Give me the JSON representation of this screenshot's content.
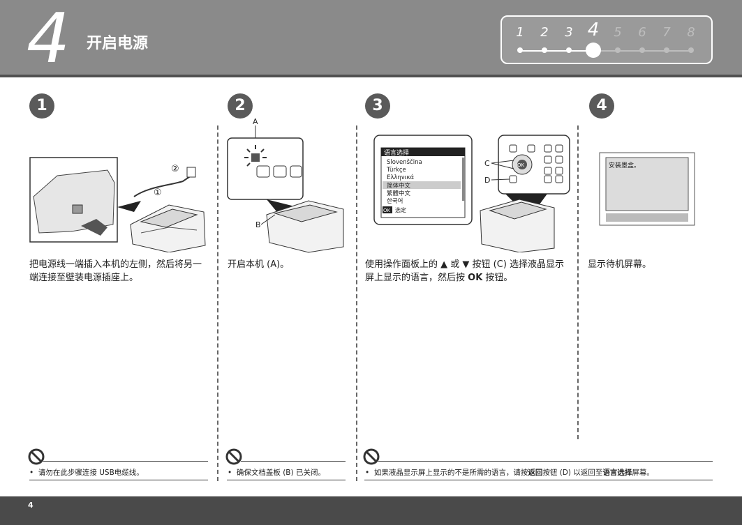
{
  "header": {
    "step_number": "4",
    "title": "开启电源",
    "progress": {
      "steps": [
        "1",
        "2",
        "3",
        "4",
        "5",
        "6",
        "7",
        "8"
      ],
      "current": "4"
    }
  },
  "steps": [
    {
      "number": "1",
      "description": "把电源线一端插入本机的左侧，然后将另一端连接至壁装电源插座上。",
      "callouts": [
        "②",
        "①"
      ]
    },
    {
      "number": "2",
      "description": "开启本机 (A)。",
      "callouts": [
        "A",
        "B"
      ]
    },
    {
      "number": "3",
      "description_parts": [
        "使用操作面板上的 ",
        "▲",
        " 或 ",
        "▼",
        " 按钮 (C) 选择液晶显示屏上显示的语言，然后按 ",
        "OK",
        " 按钮。"
      ],
      "callouts": [
        "C",
        "D"
      ],
      "lcd": {
        "title": "语言选择",
        "items": [
          "Slovenščina",
          "Türkçe",
          "Ελληνικά",
          "简体中文",
          "繁體中文",
          "한국어"
        ],
        "footer": "OK",
        "footer_label": "选定",
        "ok_button": "OK"
      }
    },
    {
      "number": "4",
      "description": "显示待机屏幕。",
      "lcd_text": "安装墨盒。"
    }
  ],
  "notes": [
    {
      "text": "请勿在此步骤连接 USB电缆线。"
    },
    {
      "text": "确保文档盖板 (B) 已关闭。"
    },
    {
      "parts": [
        "如果液晶显示屏上显示的不是所需的语言，请按",
        "返回",
        "按钮 (D) 以返回至",
        "语言选择",
        "屏幕。"
      ]
    }
  ],
  "footer": {
    "page_number": "4"
  }
}
